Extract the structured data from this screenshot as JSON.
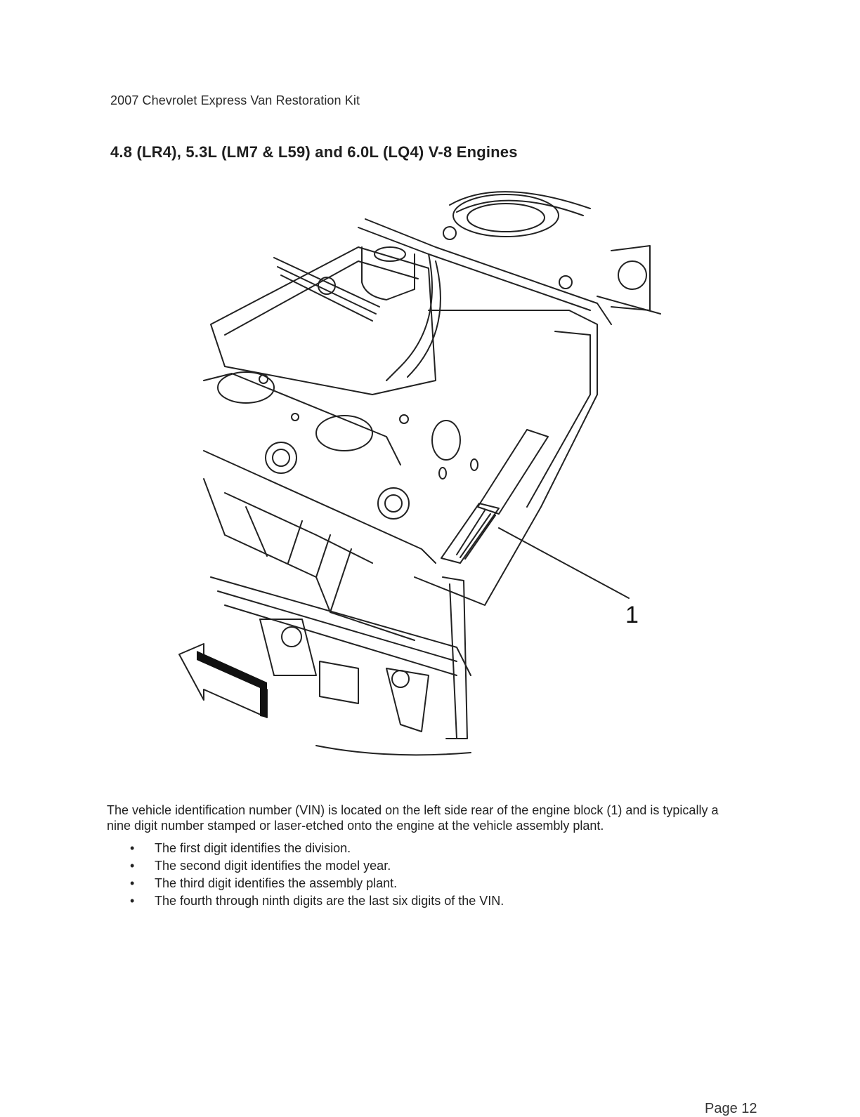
{
  "header": {
    "doc_title": "2007 Chevrolet Express Van Restoration Kit"
  },
  "section": {
    "title": "4.8 (LR4), 5.3L (LM7 & L59) and 6.0L (LQ4) V-8 Engines"
  },
  "figure": {
    "callout_label": "1"
  },
  "body": {
    "paragraph": "The vehicle identification number (VIN) is located on the left side rear of the engine block (1) and is typically a nine digit number stamped or laser-etched onto the engine at the vehicle assembly plant.",
    "bullet_symbol": "•",
    "bullets": [
      "The first digit identifies the division.",
      "The second digit identifies the model year.",
      "The third digit identifies the assembly plant.",
      "The fourth through ninth digits are the last six digits of the VIN."
    ]
  },
  "footer": {
    "page_number": "Page 12"
  }
}
